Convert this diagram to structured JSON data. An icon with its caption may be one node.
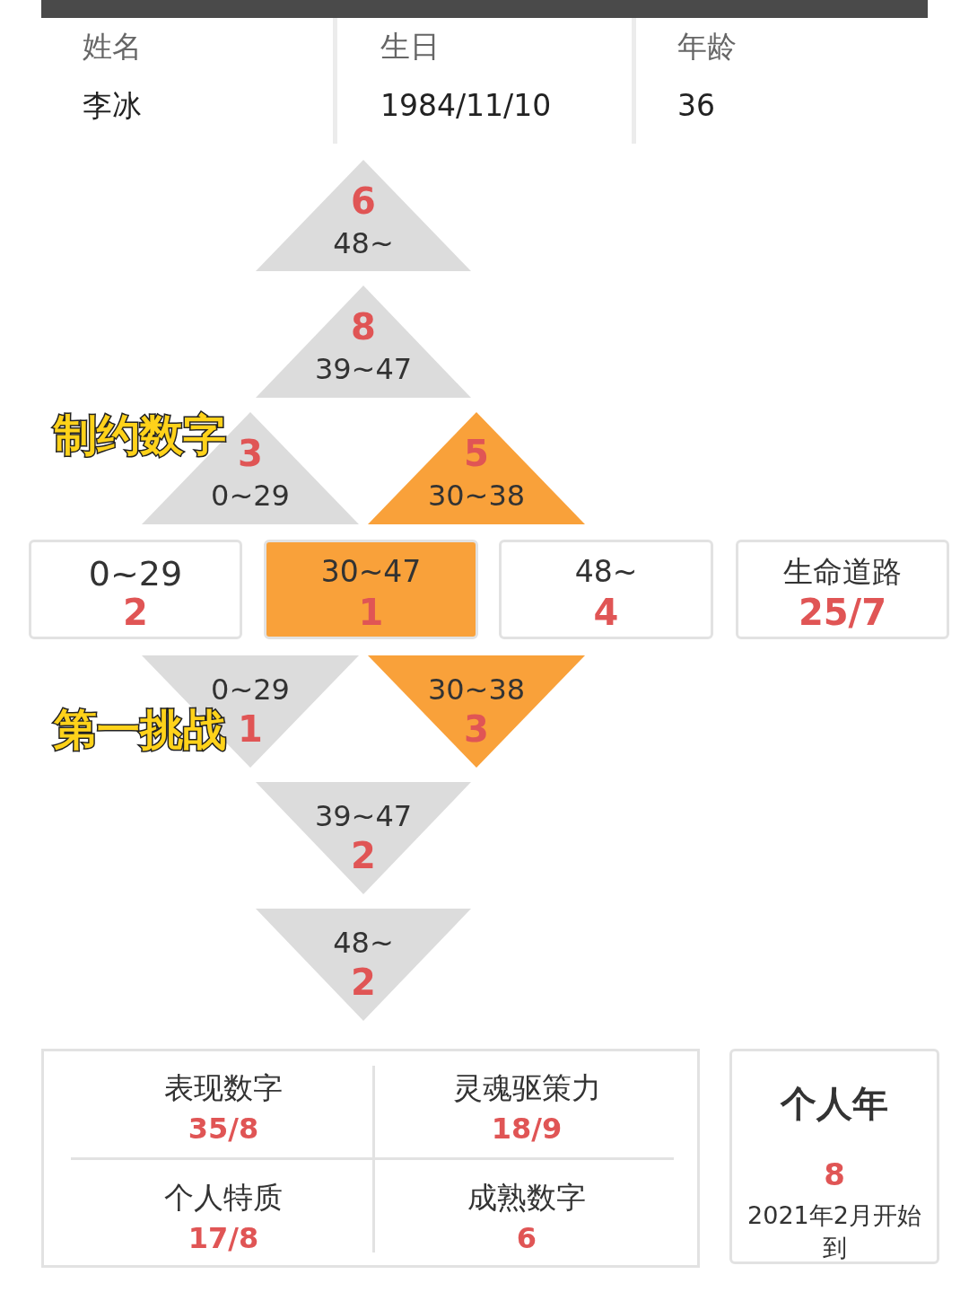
{
  "diagram": {
    "nodes": [
      {
        "text": [
          "6",
          "48~"
        ]
      },
      {
        "text": [
          "8",
          "39~47"
        ]
      },
      {
        "text": [
          "3",
          "0~29"
        ],
        "beside": [
          "制约数字"
        ]
      },
      {
        "text": [
          "5",
          "30~38"
        ]
      },
      {
        "text": [
          "0~29",
          "2"
        ]
      },
      {
        "text": [
          "30~47",
          "1"
        ]
      },
      {
        "text": [
          "48~",
          "4"
        ]
      },
      {
        "text": [
          "生命道路",
          "25/7"
        ]
      },
      {
        "text": [
          "0~29",
          "1"
        ],
        "beside": [
          "第一挑战"
        ]
      },
      {
        "text": [
          "30~38",
          "3"
        ]
      },
      {
        "text": [
          "39~47",
          "2"
        ]
      },
      {
        "text": [
          "48~",
          "2"
        ]
      },
      {
        "text": [],
        "shape": "box"
      },
      {
        "text": [
          "表现数字",
          "35/8"
        ],
        "in": 12
      },
      {
        "text": [
          "灵魂驱策力",
          "18/9"
        ],
        "in": 12
      },
      {
        "text": [
          "个人特质",
          "17/8"
        ],
        "in": 12
      },
      {
        "text": [
          "成熟数字",
          "6"
        ],
        "in": 12
      },
      {
        "text": [
          "个人年",
          "8",
          "2021年2月开始到"
        ]
      }
    ],
    "edges": [],
    "labels": [
      "姓名",
      "生日",
      "年龄",
      "李冰",
      "1984/11/10",
      "36"
    ]
  }
}
